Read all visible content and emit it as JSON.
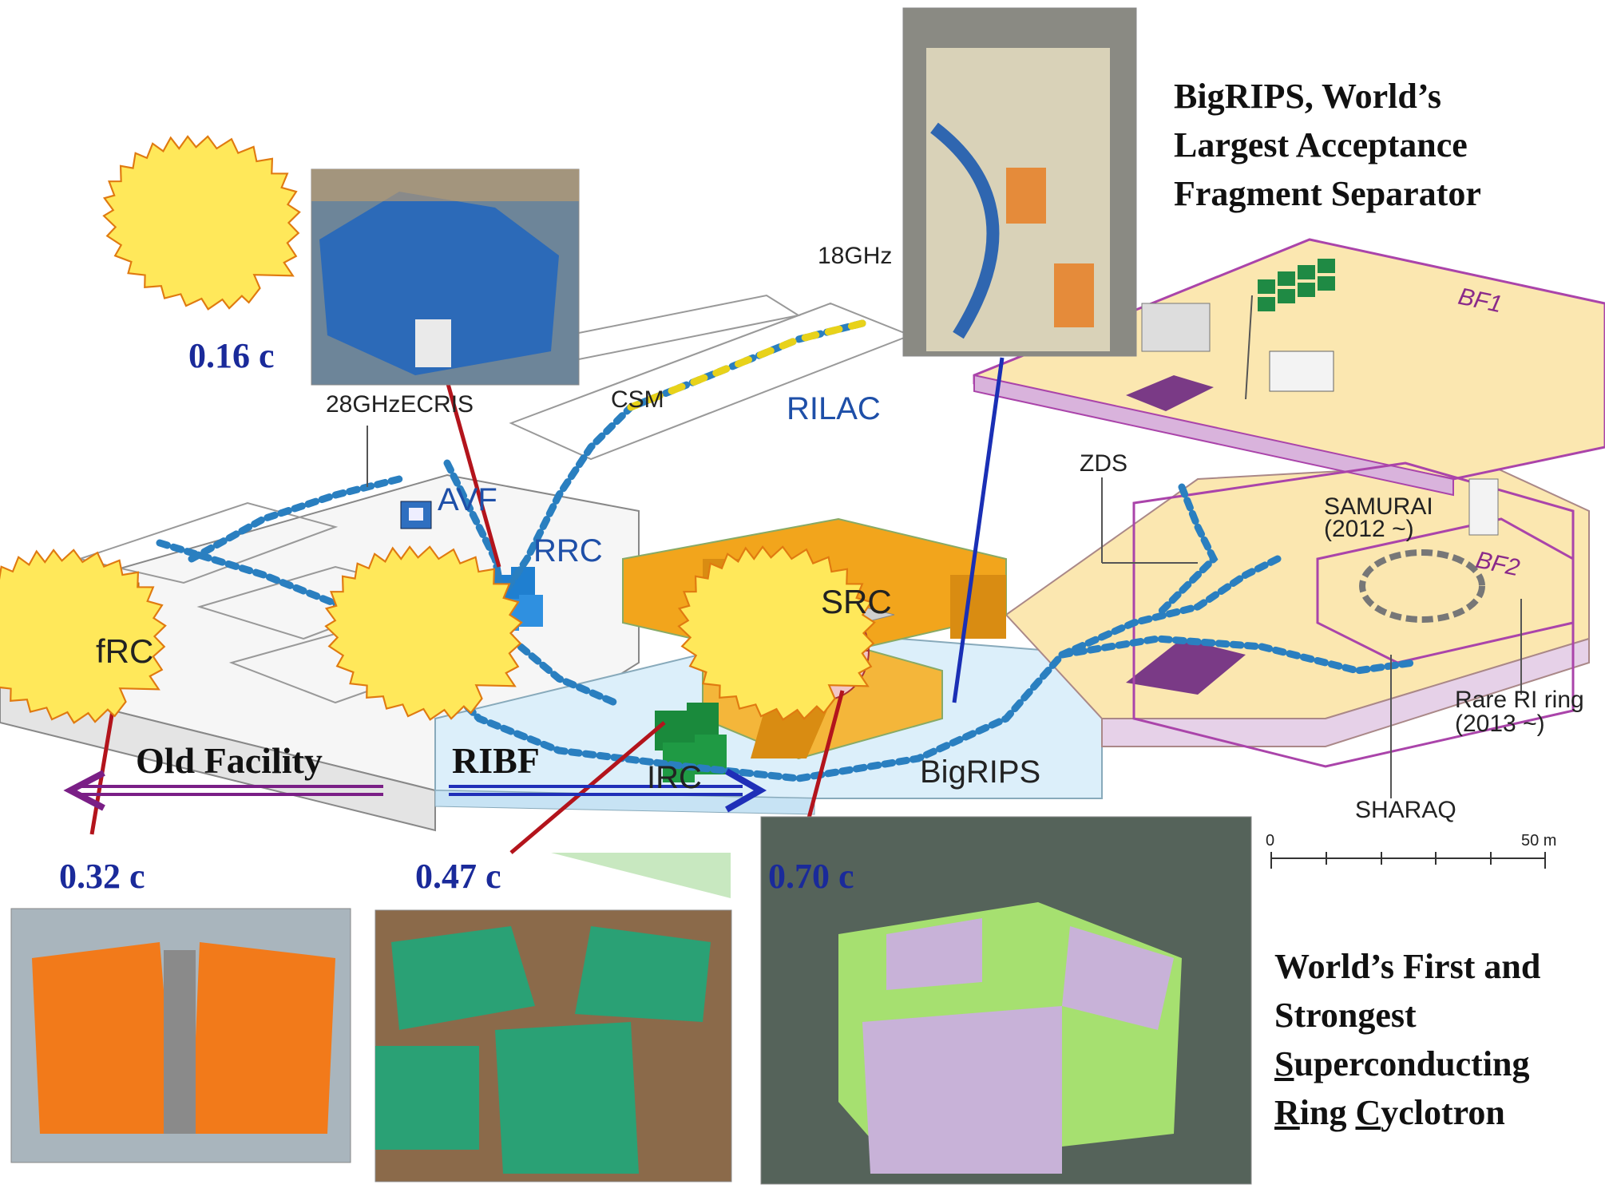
{
  "facility_labels": {
    "rilac": "RILAC",
    "avf": "AVF",
    "rrc": "RRC",
    "src": "SRC",
    "frc": "fRC",
    "irc": "IRC",
    "bigrips": "BigRIPS",
    "csm": "CSM",
    "ecris_28": "28GHzECRIS",
    "ecris_18": "18GHz",
    "zds": "ZDS",
    "samurai": "SAMURAI",
    "samurai_year": "(2012 ~)",
    "bf1": "BF1",
    "bf2": "BF2",
    "rare_ri_ring": "Rare RI ring",
    "rare_ri_year": "(2013 ~)",
    "sharaq": "SHARAQ"
  },
  "scale_bar": {
    "start": "0",
    "end": "50 m"
  },
  "speed_badges": [
    "0.16 c",
    "0.32 c",
    "0.47 c",
    "0.70 c"
  ],
  "flow": {
    "old": "Old Facility",
    "new": "RIBF"
  },
  "bigrips_caption": [
    "BigRIPS, World’s",
    "Largest Acceptance",
    "Fragment Separator"
  ],
  "src_caption": {
    "line1": "World’s First and",
    "line2": "Strongest",
    "line3_u": "S",
    "line3_rest": "uperconducting",
    "line4_u1": "R",
    "line4_mid": "ing ",
    "line4_u2": "C",
    "line4_rest": "yclotron"
  },
  "colors": {
    "orange": "#f2a51c",
    "blue_magnet": "#2f86c9",
    "green_magnet": "#2e9e4a",
    "yellow_floor": "#fbe7b0",
    "purple_floor": "#d9b3dc",
    "dark_purple": "#7a3a86",
    "leader_red": "#b3141c",
    "leader_blue": "#1a2fb5",
    "arrow_purple": "#7a1f86",
    "arrow_blue": "#1f2fb8"
  }
}
